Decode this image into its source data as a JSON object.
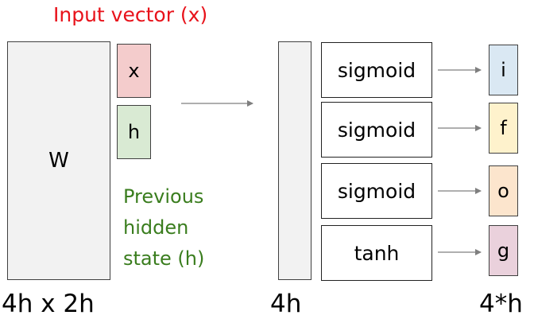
{
  "input_label": "Input vector (x)",
  "hidden_label": "Previous hidden state (h)",
  "weight_label": "W",
  "vector_x_label": "x",
  "vector_h_label": "h",
  "activations": [
    {
      "label": "sigmoid",
      "gate": "i",
      "gate_color": "#dae8f3"
    },
    {
      "label": "sigmoid",
      "gate": "f",
      "gate_color": "#fef2cc"
    },
    {
      "label": "sigmoid",
      "gate": "o",
      "gate_color": "#fce5cd"
    },
    {
      "label": "tanh",
      "gate": "g",
      "gate_color": "#ead1dc"
    }
  ],
  "dims": {
    "weight": "4h x 2h",
    "mid": "4h",
    "gates": "4*h"
  },
  "colors": {
    "input_label": "#e8121a",
    "hidden_label": "#3a7d1e",
    "x_fill": "#f4cccc",
    "h_fill": "#d9ead3",
    "matrix_fill": "#f2f2f2"
  }
}
